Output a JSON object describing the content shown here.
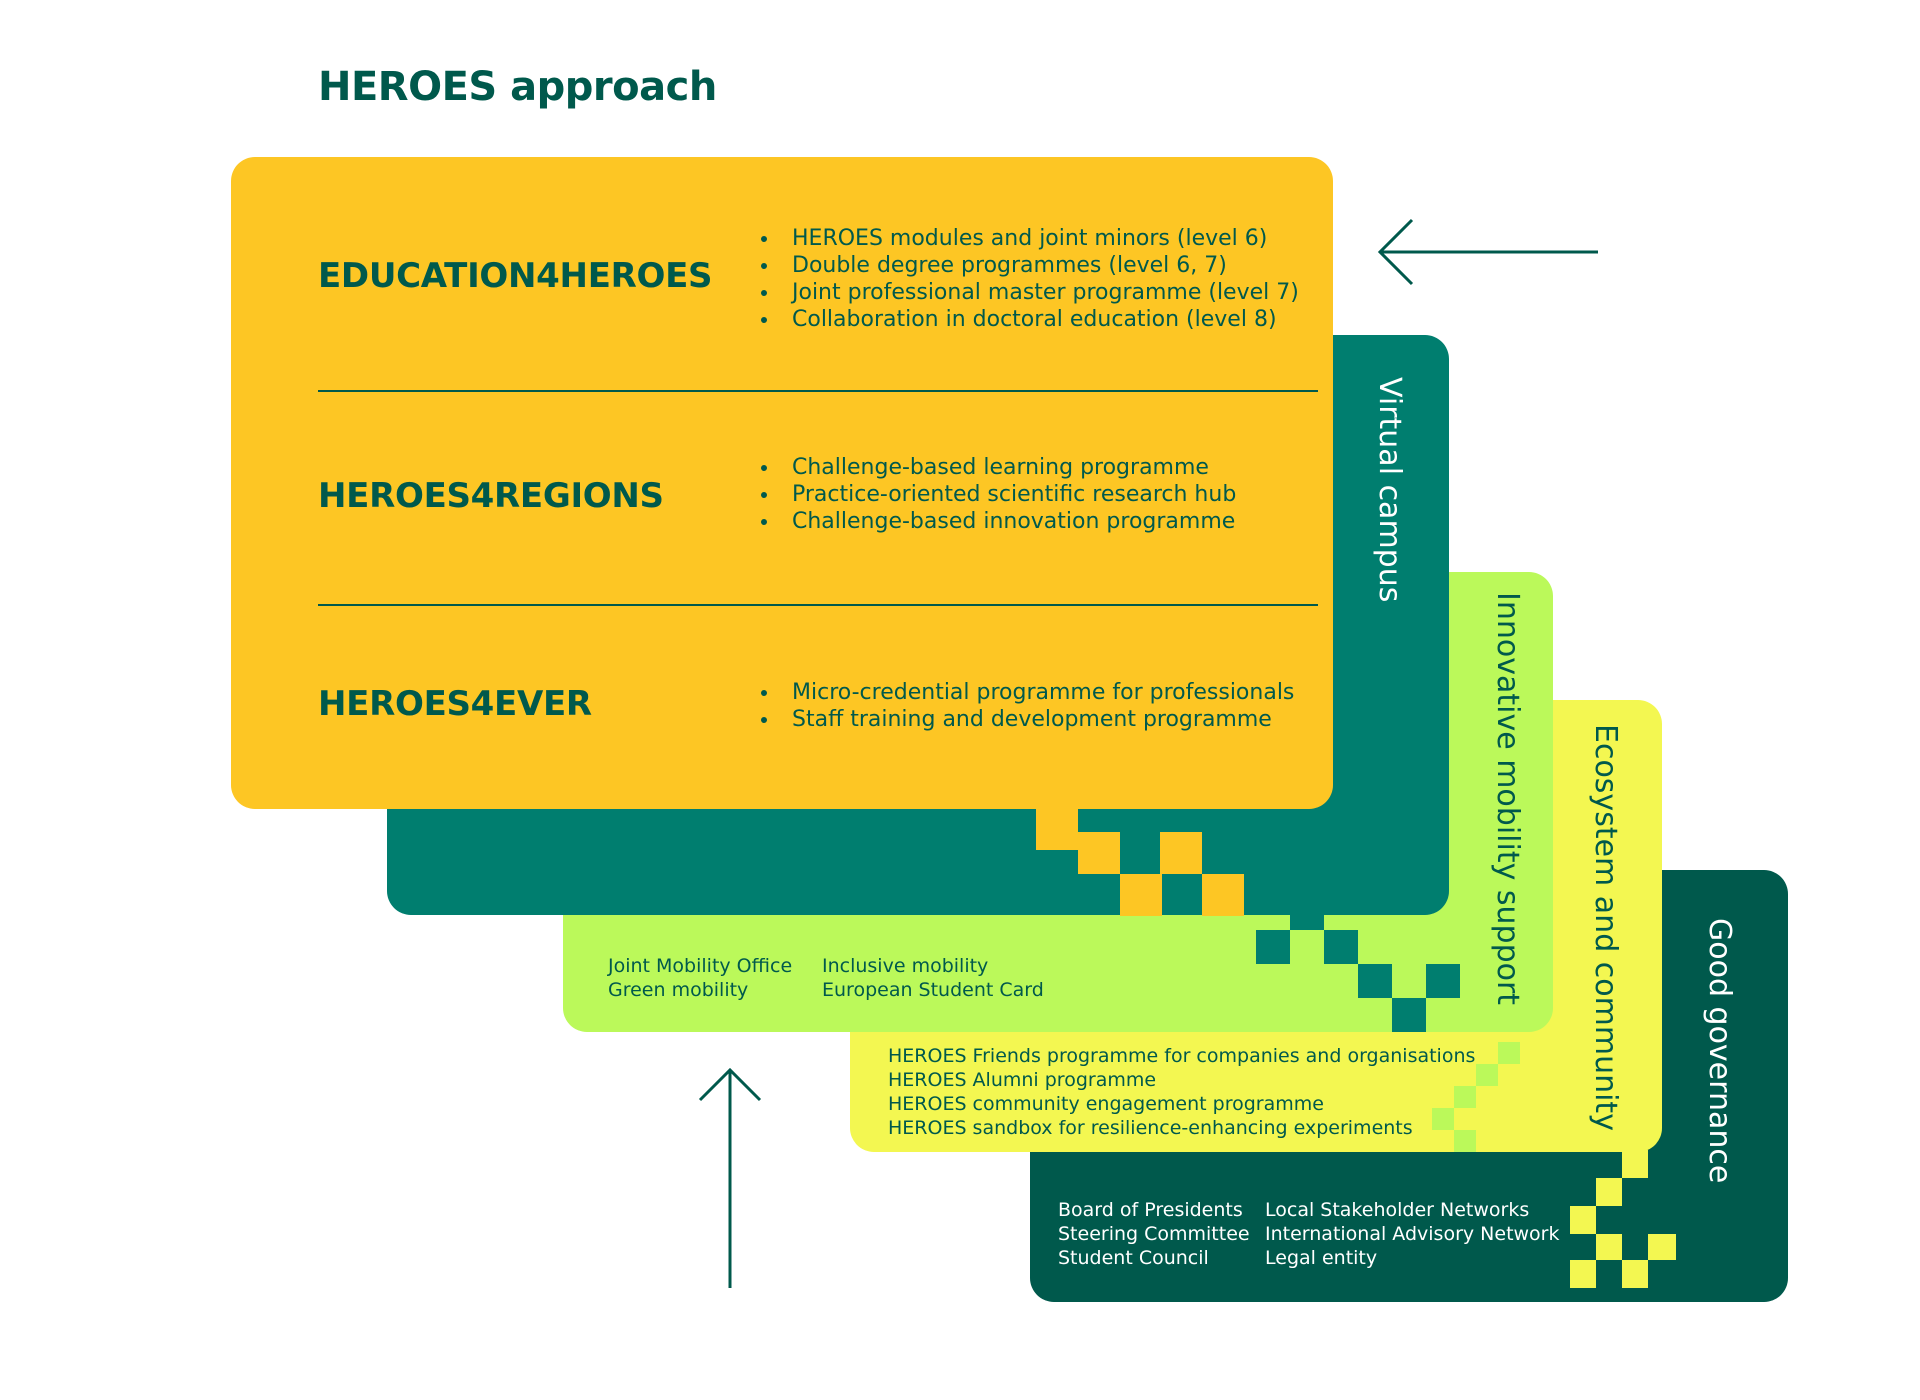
{
  "title": "HEROES approach",
  "colors": {
    "dark_green": "#00594c",
    "teal": "#007e6f",
    "lime": "#bbf95a",
    "yellow": "#f3f751",
    "gold": "#fdc624",
    "white": "#ffffff"
  },
  "education_card": {
    "sections": [
      {
        "heading": "EDUCATION4HEROES",
        "items": [
          "HEROES modules and joint minors (level 6)",
          "Double degree programmes (level 6, 7)",
          "Joint professional master programme (level 7)",
          "Collaboration in doctoral education (level 8)"
        ]
      },
      {
        "heading": "HEROES4REGIONS",
        "items": [
          "Challenge-based learning programme",
          "Practice-oriented scientific research hub",
          "Challenge-based innovation programme"
        ]
      },
      {
        "heading": "HEROES4EVER",
        "items": [
          "Micro-credential programme for professionals",
          "Staff training and development programme"
        ]
      }
    ]
  },
  "virtual_campus": {
    "label": "Virtual campus"
  },
  "mobility": {
    "label": "Innovative mobility support",
    "col1": [
      "Joint Mobility Office",
      "Green mobility"
    ],
    "col2": [
      "Inclusive mobility",
      "European Student Card"
    ]
  },
  "ecosystem": {
    "label": "Ecosystem and community",
    "items": [
      "HEROES Friends programme for companies and organisations",
      "HEROES Alumni programme",
      "HEROES community engagement programme",
      "HEROES sandbox for resilience-enhancing experiments"
    ]
  },
  "governance": {
    "label": "Good governance",
    "col1": [
      "Board of Presidents",
      "Steering Committee",
      "Student Council"
    ],
    "col2": [
      "Local Stakeholder Networks",
      "International Advisory Network",
      "Legal entity"
    ]
  },
  "arrows": {
    "left_arrow_icon": "arrow-left-icon",
    "up_arrow_icon": "arrow-up-icon"
  }
}
